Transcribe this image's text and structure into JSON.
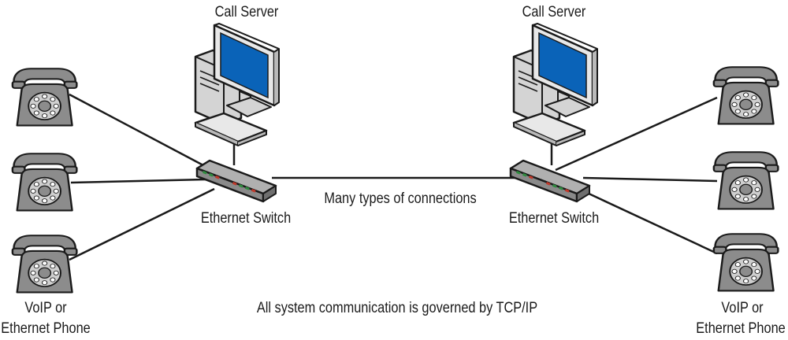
{
  "diagram": {
    "left_server_label": "Call Server",
    "right_server_label": "Call Server",
    "left_switch_label": "Ethernet Switch",
    "right_switch_label": "Ethernet Switch",
    "connection_label": "Many types of connections",
    "footer_label": "All system communication is governed by TCP/IP",
    "left_phone_label_line1": "VoIP or",
    "left_phone_label_line2": "Ethernet Phone",
    "right_phone_label_line1": "VoIP or",
    "right_phone_label_line2": "Ethernet Phone"
  },
  "colors": {
    "monitor_screen": "#0a63b8",
    "phone_body": "#8c8c8c",
    "phone_light": "#cfcfcf",
    "switch_body": "#8a8a8a",
    "led_green": "#2e8b3e",
    "led_red": "#c0392b"
  }
}
